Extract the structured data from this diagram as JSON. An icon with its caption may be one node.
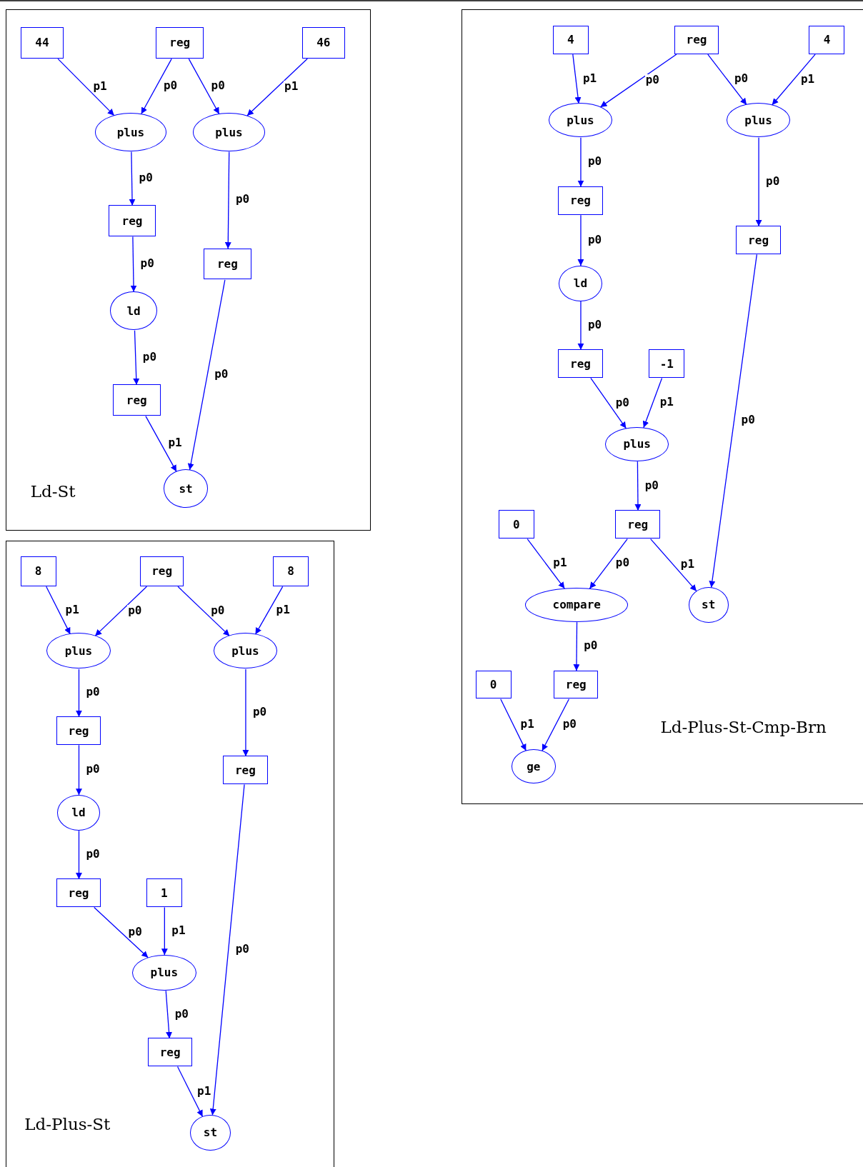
{
  "diagram": {
    "nodes": [
      {
        "text": [
          "Ld-St"
        ]
      },
      {
        "text": [
          "44"
        ],
        "in": 0
      },
      {
        "text": [
          "reg"
        ],
        "in": 0
      },
      {
        "text": [
          "46"
        ],
        "in": 0
      },
      {
        "text": [
          "plus"
        ],
        "in": 0
      },
      {
        "text": [
          "plus"
        ],
        "in": 0
      },
      {
        "text": [
          "reg"
        ],
        "in": 0
      },
      {
        "text": [
          "reg"
        ],
        "in": 0
      },
      {
        "text": [
          "ld"
        ],
        "in": 0
      },
      {
        "text": [
          "reg"
        ],
        "in": 0
      },
      {
        "text": [
          "st"
        ],
        "in": 0
      },
      {
        "text": [
          "Ld-Plus-St"
        ]
      },
      {
        "text": [
          "8"
        ],
        "in": 11
      },
      {
        "text": [
          "reg"
        ],
        "in": 11
      },
      {
        "text": [
          "8"
        ],
        "in": 11
      },
      {
        "text": [
          "plus"
        ],
        "in": 11
      },
      {
        "text": [
          "plus"
        ],
        "in": 11
      },
      {
        "text": [
          "reg"
        ],
        "in": 11
      },
      {
        "text": [
          "reg"
        ],
        "in": 11
      },
      {
        "text": [
          "ld"
        ],
        "in": 11
      },
      {
        "text": [
          "reg"
        ],
        "in": 11
      },
      {
        "text": [
          "1"
        ],
        "in": 11
      },
      {
        "text": [
          "plus"
        ],
        "in": 11
      },
      {
        "text": [
          "reg"
        ],
        "in": 11
      },
      {
        "text": [
          "st"
        ],
        "in": 11
      },
      {
        "text": [
          "Ld-Plus-St-Cmp-Brn"
        ]
      },
      {
        "text": [
          "4"
        ],
        "in": 25
      },
      {
        "text": [
          "reg"
        ],
        "in": 25
      },
      {
        "text": [
          "4"
        ],
        "in": 25
      },
      {
        "text": [
          "plus"
        ],
        "in": 25
      },
      {
        "text": [
          "plus"
        ],
        "in": 25
      },
      {
        "text": [
          "reg"
        ],
        "in": 25
      },
      {
        "text": [
          "reg"
        ],
        "in": 25
      },
      {
        "text": [
          "ld"
        ],
        "in": 25
      },
      {
        "text": [
          "reg"
        ],
        "in": 25
      },
      {
        "text": [
          "-1"
        ],
        "in": 25
      },
      {
        "text": [
          "plus"
        ],
        "in": 25
      },
      {
        "text": [
          "0"
        ],
        "in": 25
      },
      {
        "text": [
          "reg"
        ],
        "in": 25
      },
      {
        "text": [
          "compare"
        ],
        "in": 25
      },
      {
        "text": [
          "st"
        ],
        "in": 25
      },
      {
        "text": [
          "0"
        ],
        "in": 25
      },
      {
        "text": [
          "reg"
        ],
        "in": 25
      },
      {
        "text": [
          "ge"
        ],
        "in": 25
      }
    ],
    "edges": [
      {
        "from": 1,
        "to": 4,
        "arrow": "to",
        "label": "p1"
      },
      {
        "from": 2,
        "to": 4,
        "arrow": "to",
        "label": "p0"
      },
      {
        "from": 2,
        "to": 5,
        "arrow": "to",
        "label": "p0"
      },
      {
        "from": 3,
        "to": 5,
        "arrow": "to",
        "label": "p1"
      },
      {
        "from": 4,
        "to": 6,
        "arrow": "to",
        "label": "p0"
      },
      {
        "from": 5,
        "to": 7,
        "arrow": "to",
        "label": "p0"
      },
      {
        "from": 6,
        "to": 8,
        "arrow": "to",
        "label": "p0"
      },
      {
        "from": 8,
        "to": 9,
        "arrow": "to",
        "label": "p0"
      },
      {
        "from": 9,
        "to": 10,
        "arrow": "to",
        "label": "p1"
      },
      {
        "from": 7,
        "to": 10,
        "arrow": "to",
        "label": "p0"
      },
      {
        "from": 12,
        "to": 15,
        "arrow": "to",
        "label": "p1"
      },
      {
        "from": 13,
        "to": 15,
        "arrow": "to",
        "label": "p0"
      },
      {
        "from": 13,
        "to": 16,
        "arrow": "to",
        "label": "p0"
      },
      {
        "from": 14,
        "to": 16,
        "arrow": "to",
        "label": "p1"
      },
      {
        "from": 15,
        "to": 17,
        "arrow": "to",
        "label": "p0"
      },
      {
        "from": 16,
        "to": 18,
        "arrow": "to",
        "label": "p0"
      },
      {
        "from": 17,
        "to": 19,
        "arrow": "to",
        "label": "p0"
      },
      {
        "from": 19,
        "to": 20,
        "arrow": "to",
        "label": "p0"
      },
      {
        "from": 20,
        "to": 22,
        "arrow": "to",
        "label": "p0"
      },
      {
        "from": 21,
        "to": 22,
        "arrow": "to",
        "label": "p1"
      },
      {
        "from": 22,
        "to": 23,
        "arrow": "to",
        "label": "p0"
      },
      {
        "from": 23,
        "to": 24,
        "arrow": "to",
        "label": "p1"
      },
      {
        "from": 18,
        "to": 24,
        "arrow": "to",
        "label": "p0"
      },
      {
        "from": 26,
        "to": 29,
        "arrow": "to",
        "label": "p1"
      },
      {
        "from": 27,
        "to": 29,
        "arrow": "to",
        "label": "p0"
      },
      {
        "from": 27,
        "to": 30,
        "arrow": "to",
        "label": "p0"
      },
      {
        "from": 28,
        "to": 30,
        "arrow": "to",
        "label": "p1"
      },
      {
        "from": 29,
        "to": 31,
        "arrow": "to",
        "label": "p0"
      },
      {
        "from": 30,
        "to": 32,
        "arrow": "to",
        "label": "p0"
      },
      {
        "from": 31,
        "to": 33,
        "arrow": "to",
        "label": "p0"
      },
      {
        "from": 33,
        "to": 34,
        "arrow": "to",
        "label": "p0"
      },
      {
        "from": 34,
        "to": 36,
        "arrow": "to",
        "label": "p0"
      },
      {
        "from": 35,
        "to": 36,
        "arrow": "to",
        "label": "p1"
      },
      {
        "from": 36,
        "to": 38,
        "arrow": "to",
        "label": "p0"
      },
      {
        "from": 37,
        "to": 39,
        "arrow": "to",
        "label": "p1"
      },
      {
        "from": 38,
        "to": 39,
        "arrow": "to",
        "label": "p0"
      },
      {
        "from": 38,
        "to": 40,
        "arrow": "to",
        "label": "p1"
      },
      {
        "from": 32,
        "to": 40,
        "arrow": "to",
        "label": "p0"
      },
      {
        "from": 39,
        "to": 42,
        "arrow": "to",
        "label": "p0"
      },
      {
        "from": 41,
        "to": 43,
        "arrow": "to",
        "label": "p1"
      },
      {
        "from": 42,
        "to": 43,
        "arrow": "to",
        "label": "p0"
      }
    ]
  }
}
